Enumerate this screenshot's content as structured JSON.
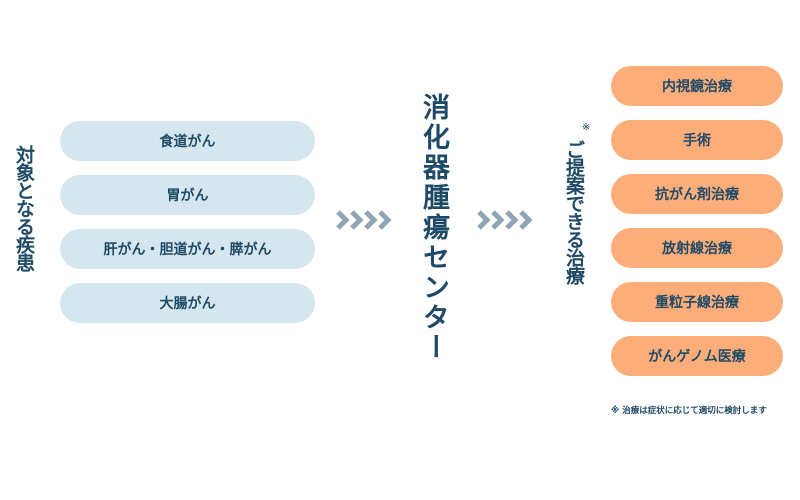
{
  "left": {
    "title": "対象となる疾患",
    "items": [
      "食道がん",
      "胃がん",
      "肝がん・胆道がん・膵がん",
      "大腸がん"
    ]
  },
  "center": {
    "title": "消化器腫瘍センター"
  },
  "right": {
    "title": "ご提案できる治療",
    "mark": "※",
    "items": [
      "内視鏡治療",
      "手術",
      "抗がん剤治療",
      "放射線治療",
      "重粒子線治療",
      "がんゲノム医療"
    ],
    "note": "※ 治療は症状に応じて適切に検討します"
  },
  "colors": {
    "text": "#1f4a66",
    "left_pill": "#d5e6ee",
    "right_pill": "#fdad79",
    "arrow": "#8fa5b3"
  }
}
